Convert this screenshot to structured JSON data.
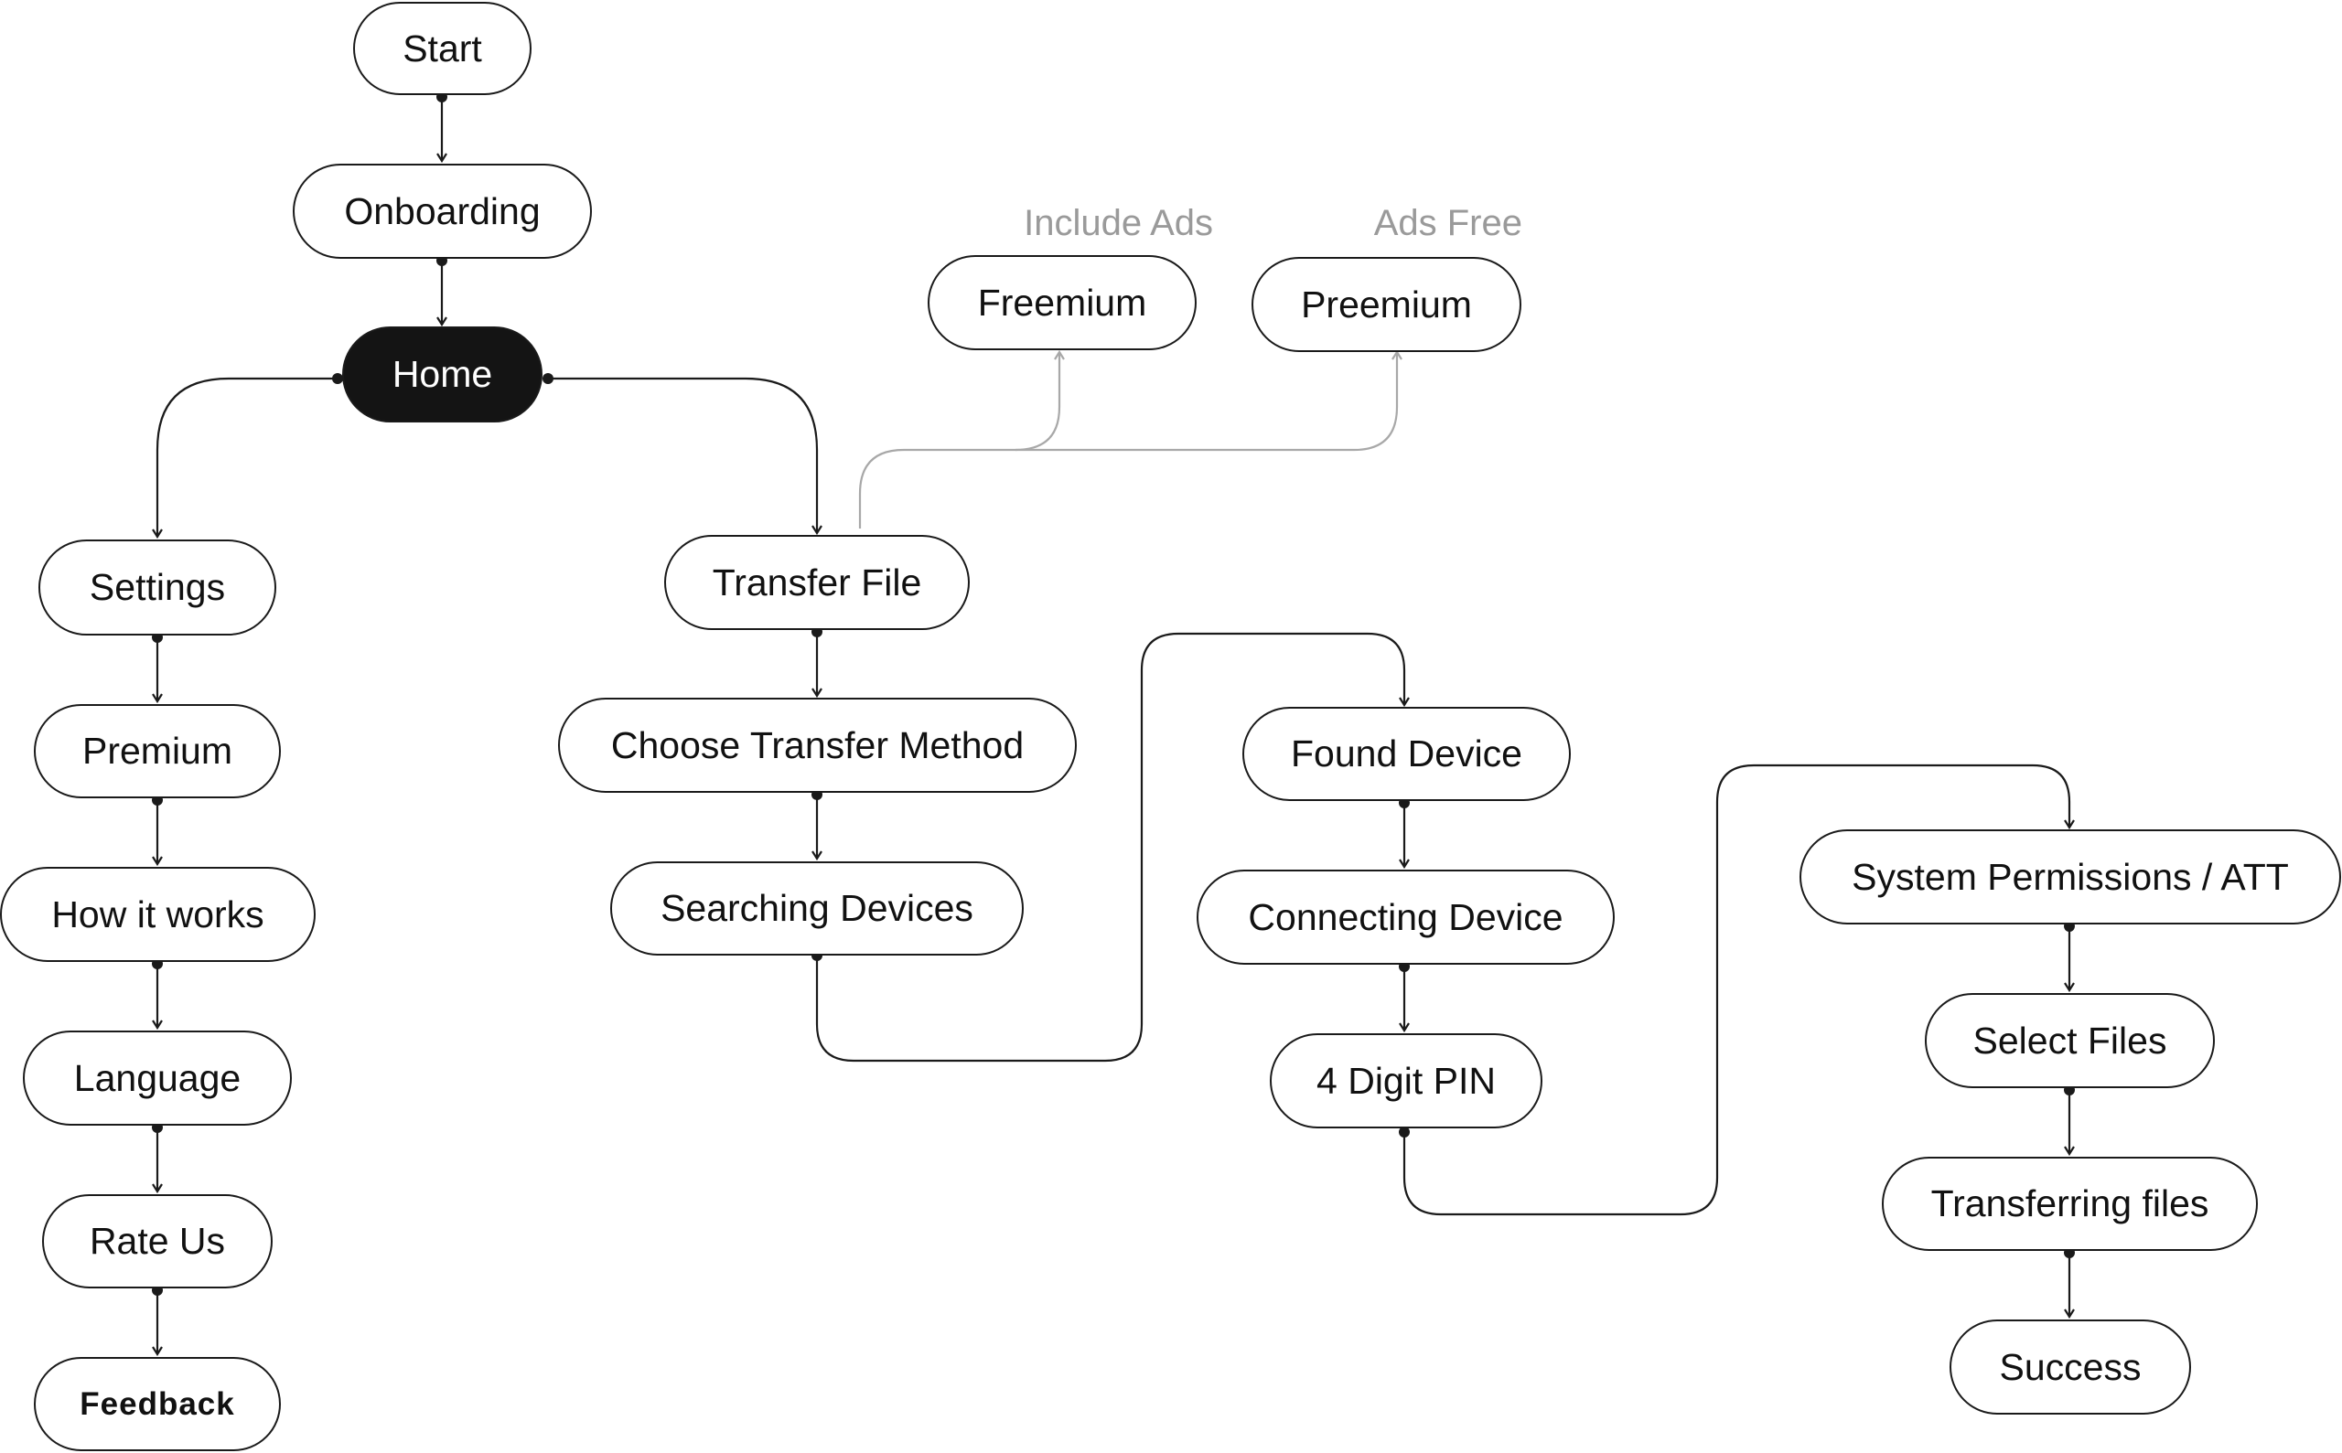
{
  "nodes": {
    "start": "Start",
    "onboarding": "Onboarding",
    "home": "Home",
    "settings": "Settings",
    "premium": "Premium",
    "how_it_works": "How it works",
    "language": "Language",
    "rate_us": "Rate Us",
    "feedback": "Feedback",
    "transfer_file": "Transfer File",
    "choose_transfer_method": "Choose Transfer Method",
    "searching_devices": "Searching Devices",
    "freemium": "Freemium",
    "preemium": "Preemium",
    "found_device": "Found Device",
    "connecting_device": "Connecting Device",
    "four_digit_pin": "4 Digit PIN",
    "system_permissions": "System Permissions / ATT",
    "select_files": "Select Files",
    "transferring_files": "Transferring files",
    "success": "Success"
  },
  "tags": {
    "include_ads": "Include Ads",
    "ads_free": "Ads Free"
  },
  "colors": {
    "stroke": "#1a1a1a",
    "muted_stroke": "#a8a8a8",
    "highlight_fill": "#141414",
    "tag_text": "#9a9a9a"
  }
}
